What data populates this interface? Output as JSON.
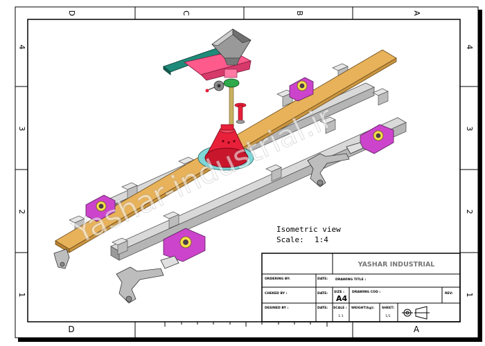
{
  "frame": {
    "top_zones": [
      "D",
      "C",
      "B",
      "A"
    ],
    "bottom_zones": [
      "D",
      "A"
    ],
    "left_rows": [
      "4",
      "3",
      "2",
      "1"
    ],
    "right_rows": [
      "4",
      "3",
      "2",
      "1"
    ]
  },
  "view": {
    "title": "Isometric view",
    "scale_label": "Scale:",
    "scale_value": "1:4"
  },
  "watermark": "Yashar-industrial.ir",
  "title_block": {
    "company": "YASHAR INDUSTRIAL",
    "ordering_by": "ORDERING BY:",
    "date_1": "DATE:",
    "drawing_title": "DRAWING TITLE :",
    "checked_by": "CHEKED BY :",
    "date_2": "DATE:",
    "size_label": "SIZE :",
    "size_value": "A4",
    "drawing_cod": "DRAWING COD :",
    "rev": "REV:",
    "desined_by": "DESINED BY :",
    "date_3": "DATE:",
    "scale_label": "SCALE :",
    "scale_value": "1:1",
    "weight": "WEIGHT(kg):",
    "sheet_label": "SHEET:",
    "sheet_value": "1/1"
  },
  "colors": {
    "rail": "#d9d9d9",
    "plank": "#e8b25a",
    "bracket": "#cc44cc",
    "hopper": "#999999",
    "tray": "#ff5a8c",
    "chute": "#1f8a7a",
    "cone": "#e8203a",
    "ring": "#7fd6d6",
    "shaft": "#c8b060"
  }
}
